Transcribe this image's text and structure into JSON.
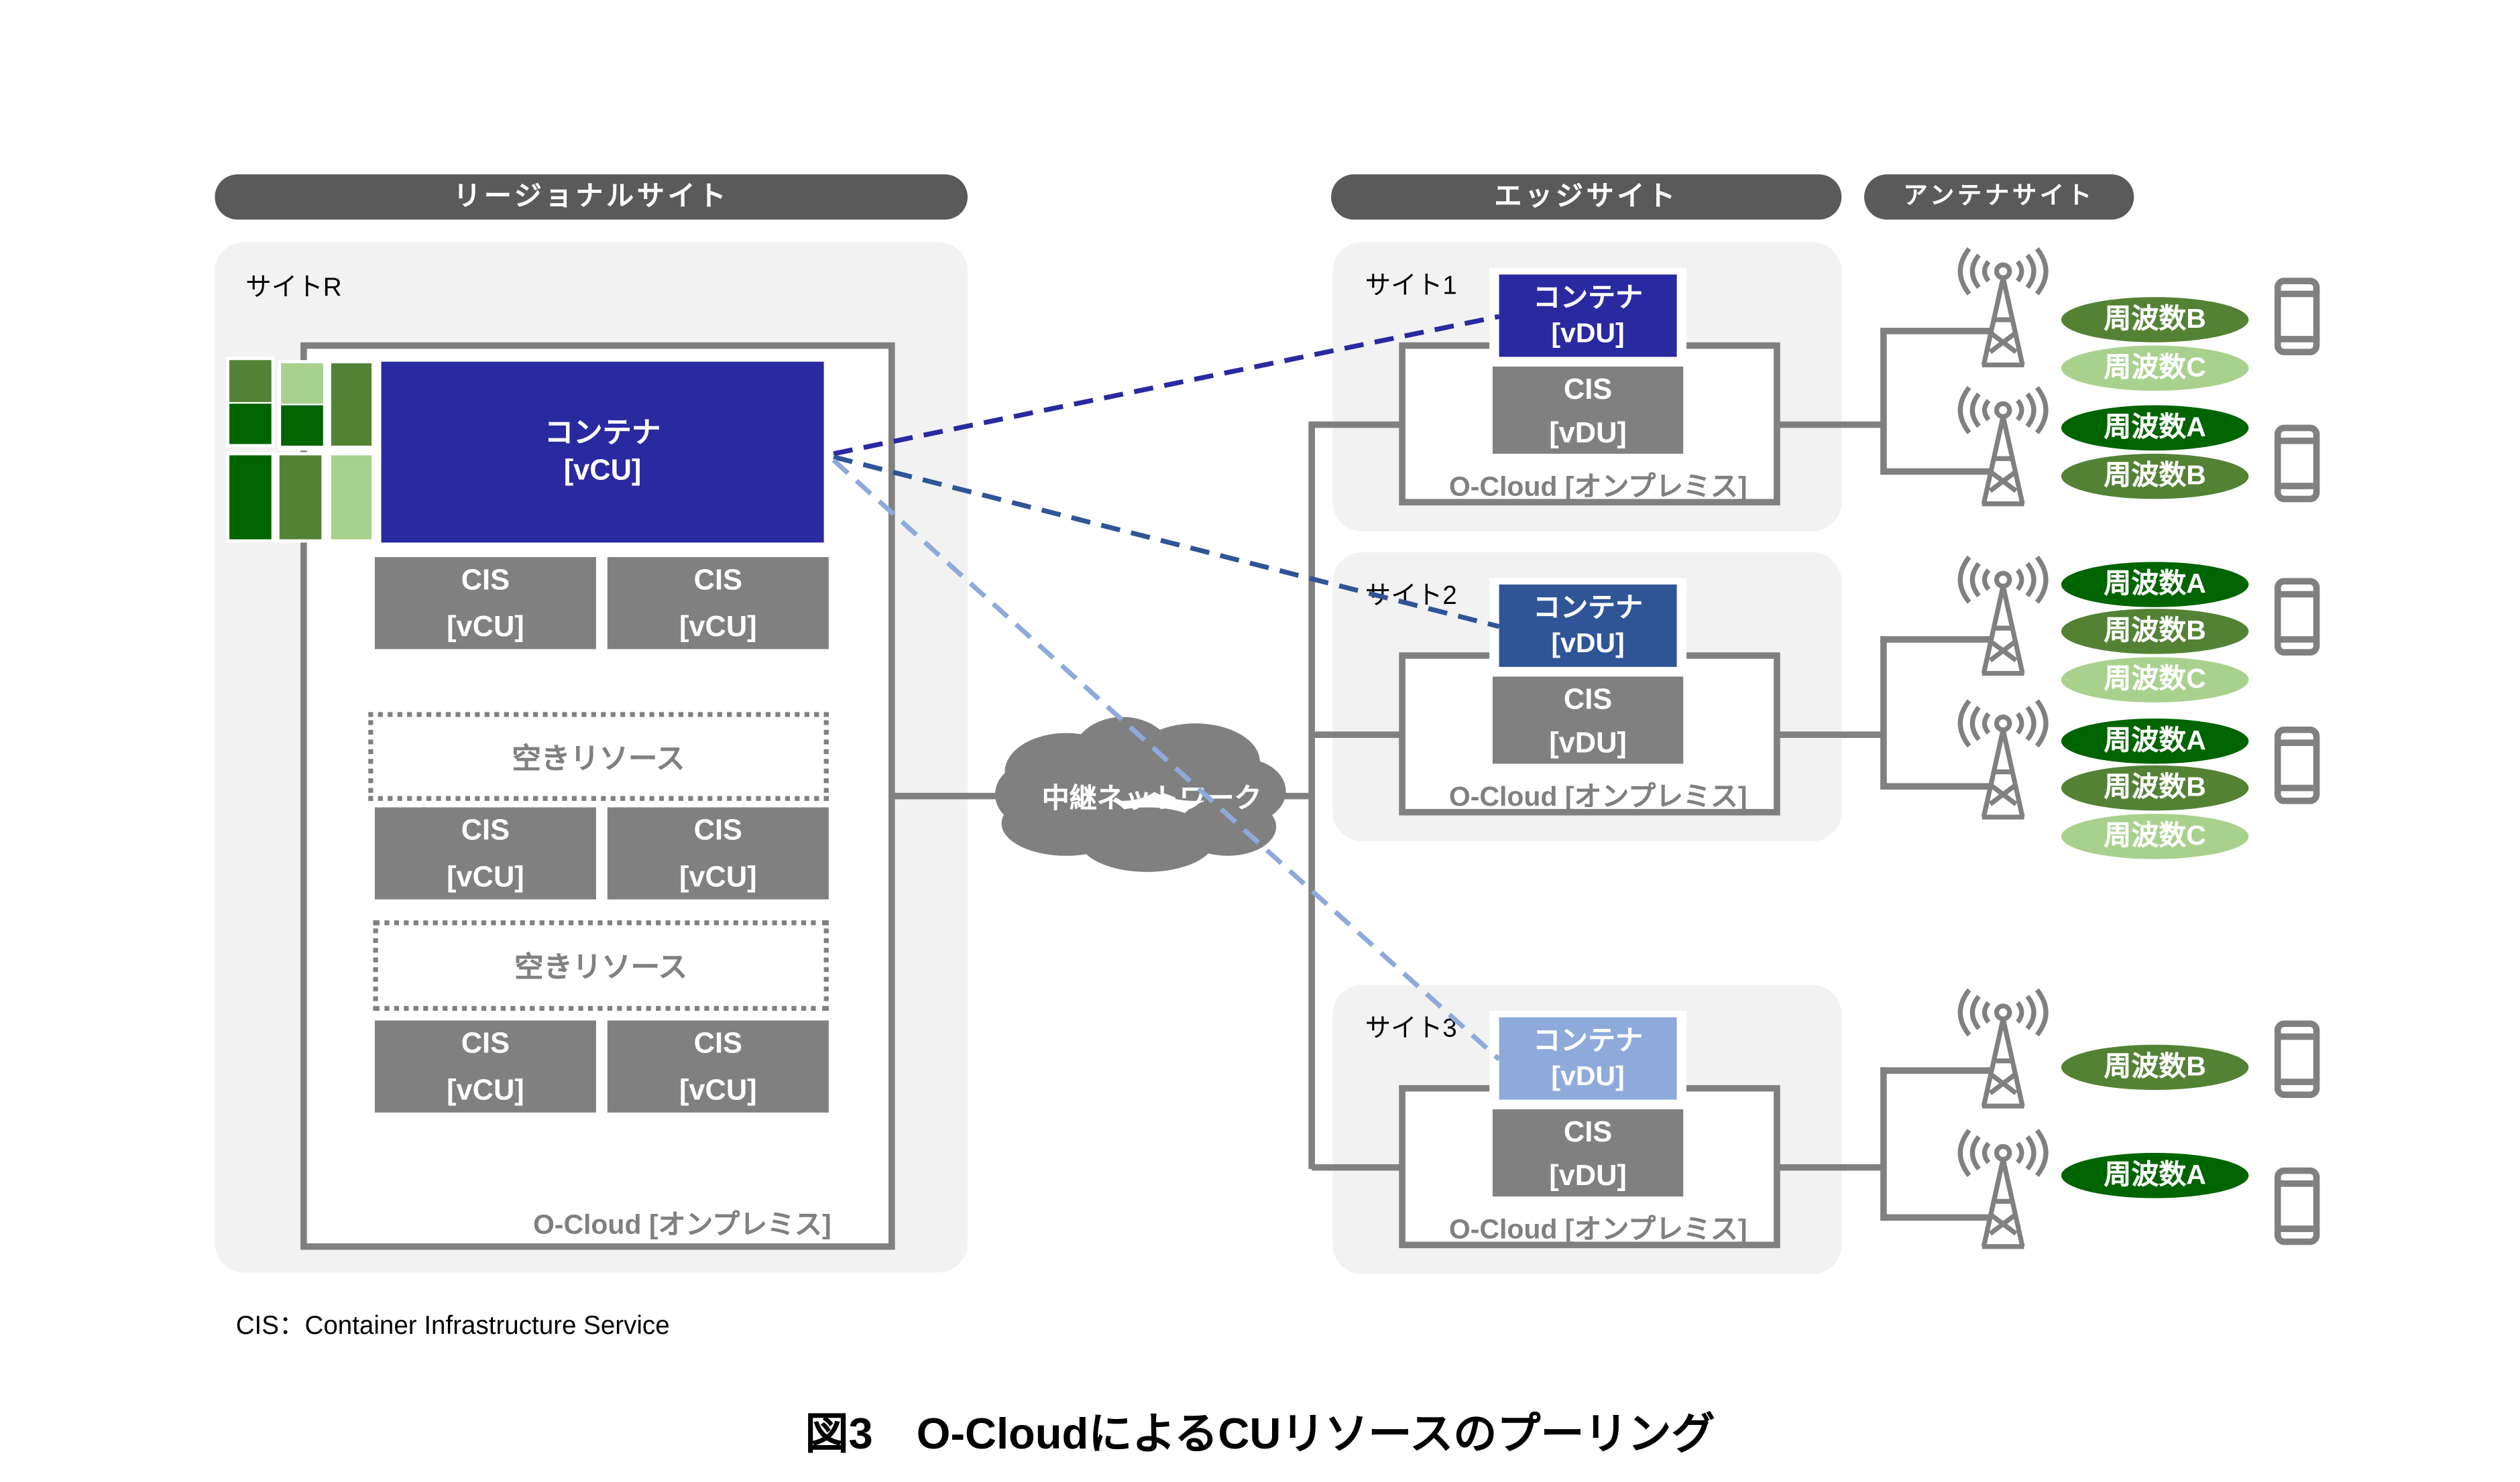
{
  "headers": {
    "regional_site": "リージョナルサイト",
    "edge_site": "エッジサイト",
    "antenna_site": "アンテナサイト"
  },
  "regional": {
    "site_label": "サイトR",
    "container_line1": "コンテナ",
    "container_line2": "[vCU]",
    "cis_blocks": [
      {
        "line1": "CIS",
        "line2": "[vCU]"
      },
      {
        "line1": "CIS",
        "line2": "[vCU]"
      },
      {
        "line1": "CIS",
        "line2": "[vCU]"
      },
      {
        "line1": "CIS",
        "line2": "[vCU]"
      },
      {
        "line1": "CIS",
        "line2": "[vCU]"
      },
      {
        "line1": "CIS",
        "line2": "[vCU]"
      }
    ],
    "free_resources": [
      "空きリソース",
      "空きリソース"
    ],
    "ocloud_label": "O-Cloud [オンプレミス]"
  },
  "network": {
    "label": "中継ネットワーク"
  },
  "edge_sites": [
    {
      "label": "サイト1",
      "container_line1": "コンテナ",
      "container_line2": "[vDU]",
      "container_color": "#2929a0",
      "cis_line1": "CIS",
      "cis_line2": "[vDU]",
      "ocloud_label": "O-Cloud [オンプレミス]",
      "antennas": [
        {
          "freqs": [
            "周波数B",
            "周波数C"
          ],
          "levels": [
            "B",
            "C"
          ]
        },
        {
          "freqs": [
            "周波数A",
            "周波数B"
          ],
          "levels": [
            "A",
            "B"
          ]
        }
      ]
    },
    {
      "label": "サイト2",
      "container_line1": "コンテナ",
      "container_line2": "[vDU]",
      "container_color": "#2f5597",
      "cis_line1": "CIS",
      "cis_line2": "[vDU]",
      "ocloud_label": "O-Cloud [オンプレミス]",
      "antennas": [
        {
          "freqs": [
            "周波数A",
            "周波数B",
            "周波数C"
          ],
          "levels": [
            "A",
            "B",
            "C"
          ]
        },
        {
          "freqs": [
            "周波数A",
            "周波数B",
            "周波数C"
          ],
          "levels": [
            "A",
            "B",
            "C"
          ]
        }
      ]
    },
    {
      "label": "サイト3",
      "container_line1": "コンテナ",
      "container_line2": "[vDU]",
      "container_color": "#8eaadb",
      "cis_line1": "CIS",
      "cis_line2": "[vDU]",
      "ocloud_label": "O-Cloud [オンプレミス]",
      "antennas": [
        {
          "freqs": [
            "周波数B"
          ],
          "levels": [
            "B"
          ]
        },
        {
          "freqs": [
            "周波数A"
          ],
          "levels": [
            "A"
          ]
        }
      ]
    }
  ],
  "colors": {
    "freq_A": "#006400",
    "freq_B": "#548235",
    "freq_C": "#a9d18e",
    "vcu_container": "#2929a0",
    "gray": "#808080"
  },
  "footnote": "CIS：Container Infrastructure Service",
  "caption": "図3　O-CloudによるCUリソースのプーリング"
}
